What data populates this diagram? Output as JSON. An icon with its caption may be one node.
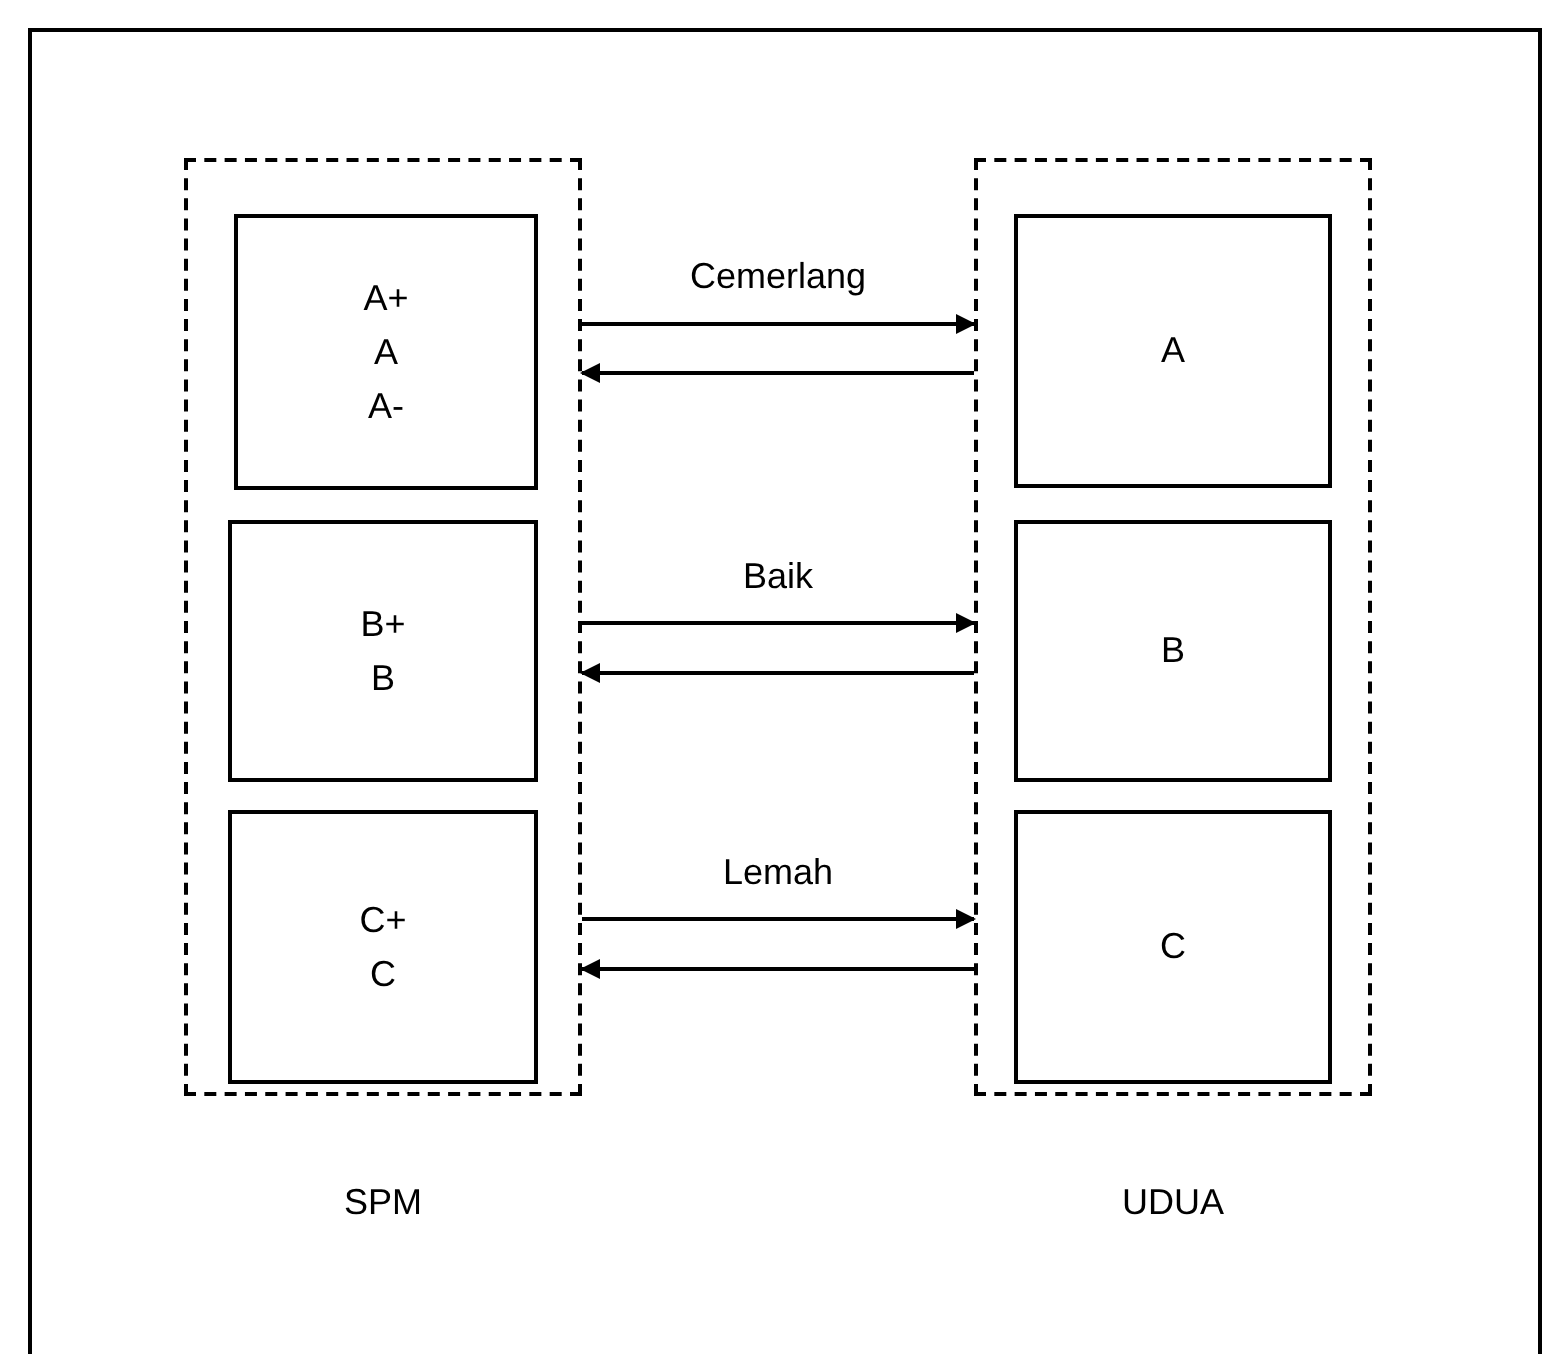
{
  "diagram": {
    "nodes": [
      {
        "text": [
          "SPM"
        ]
      },
      {
        "text": [
          "A+",
          "A",
          "A-"
        ],
        "in": 0
      },
      {
        "text": [
          "B+",
          "B"
        ],
        "in": 0
      },
      {
        "text": [
          "C+",
          "C"
        ],
        "in": 0
      },
      {
        "text": [
          "UDUA"
        ]
      },
      {
        "text": [
          "A"
        ],
        "in": 4
      },
      {
        "text": [
          "B"
        ],
        "in": 4
      },
      {
        "text": [
          "C"
        ],
        "in": 4
      }
    ],
    "edges": [
      {
        "from": 1,
        "to": 5,
        "arrow": "to",
        "label": "Cemerlang"
      },
      {
        "from": 5,
        "to": 1,
        "arrow": "to"
      },
      {
        "from": 2,
        "to": 6,
        "arrow": "to",
        "label": "Baik"
      },
      {
        "from": 6,
        "to": 2,
        "arrow": "to"
      },
      {
        "from": 3,
        "to": 7,
        "arrow": "to",
        "label": "Lemah"
      },
      {
        "from": 7,
        "to": 3,
        "arrow": "to"
      }
    ]
  }
}
